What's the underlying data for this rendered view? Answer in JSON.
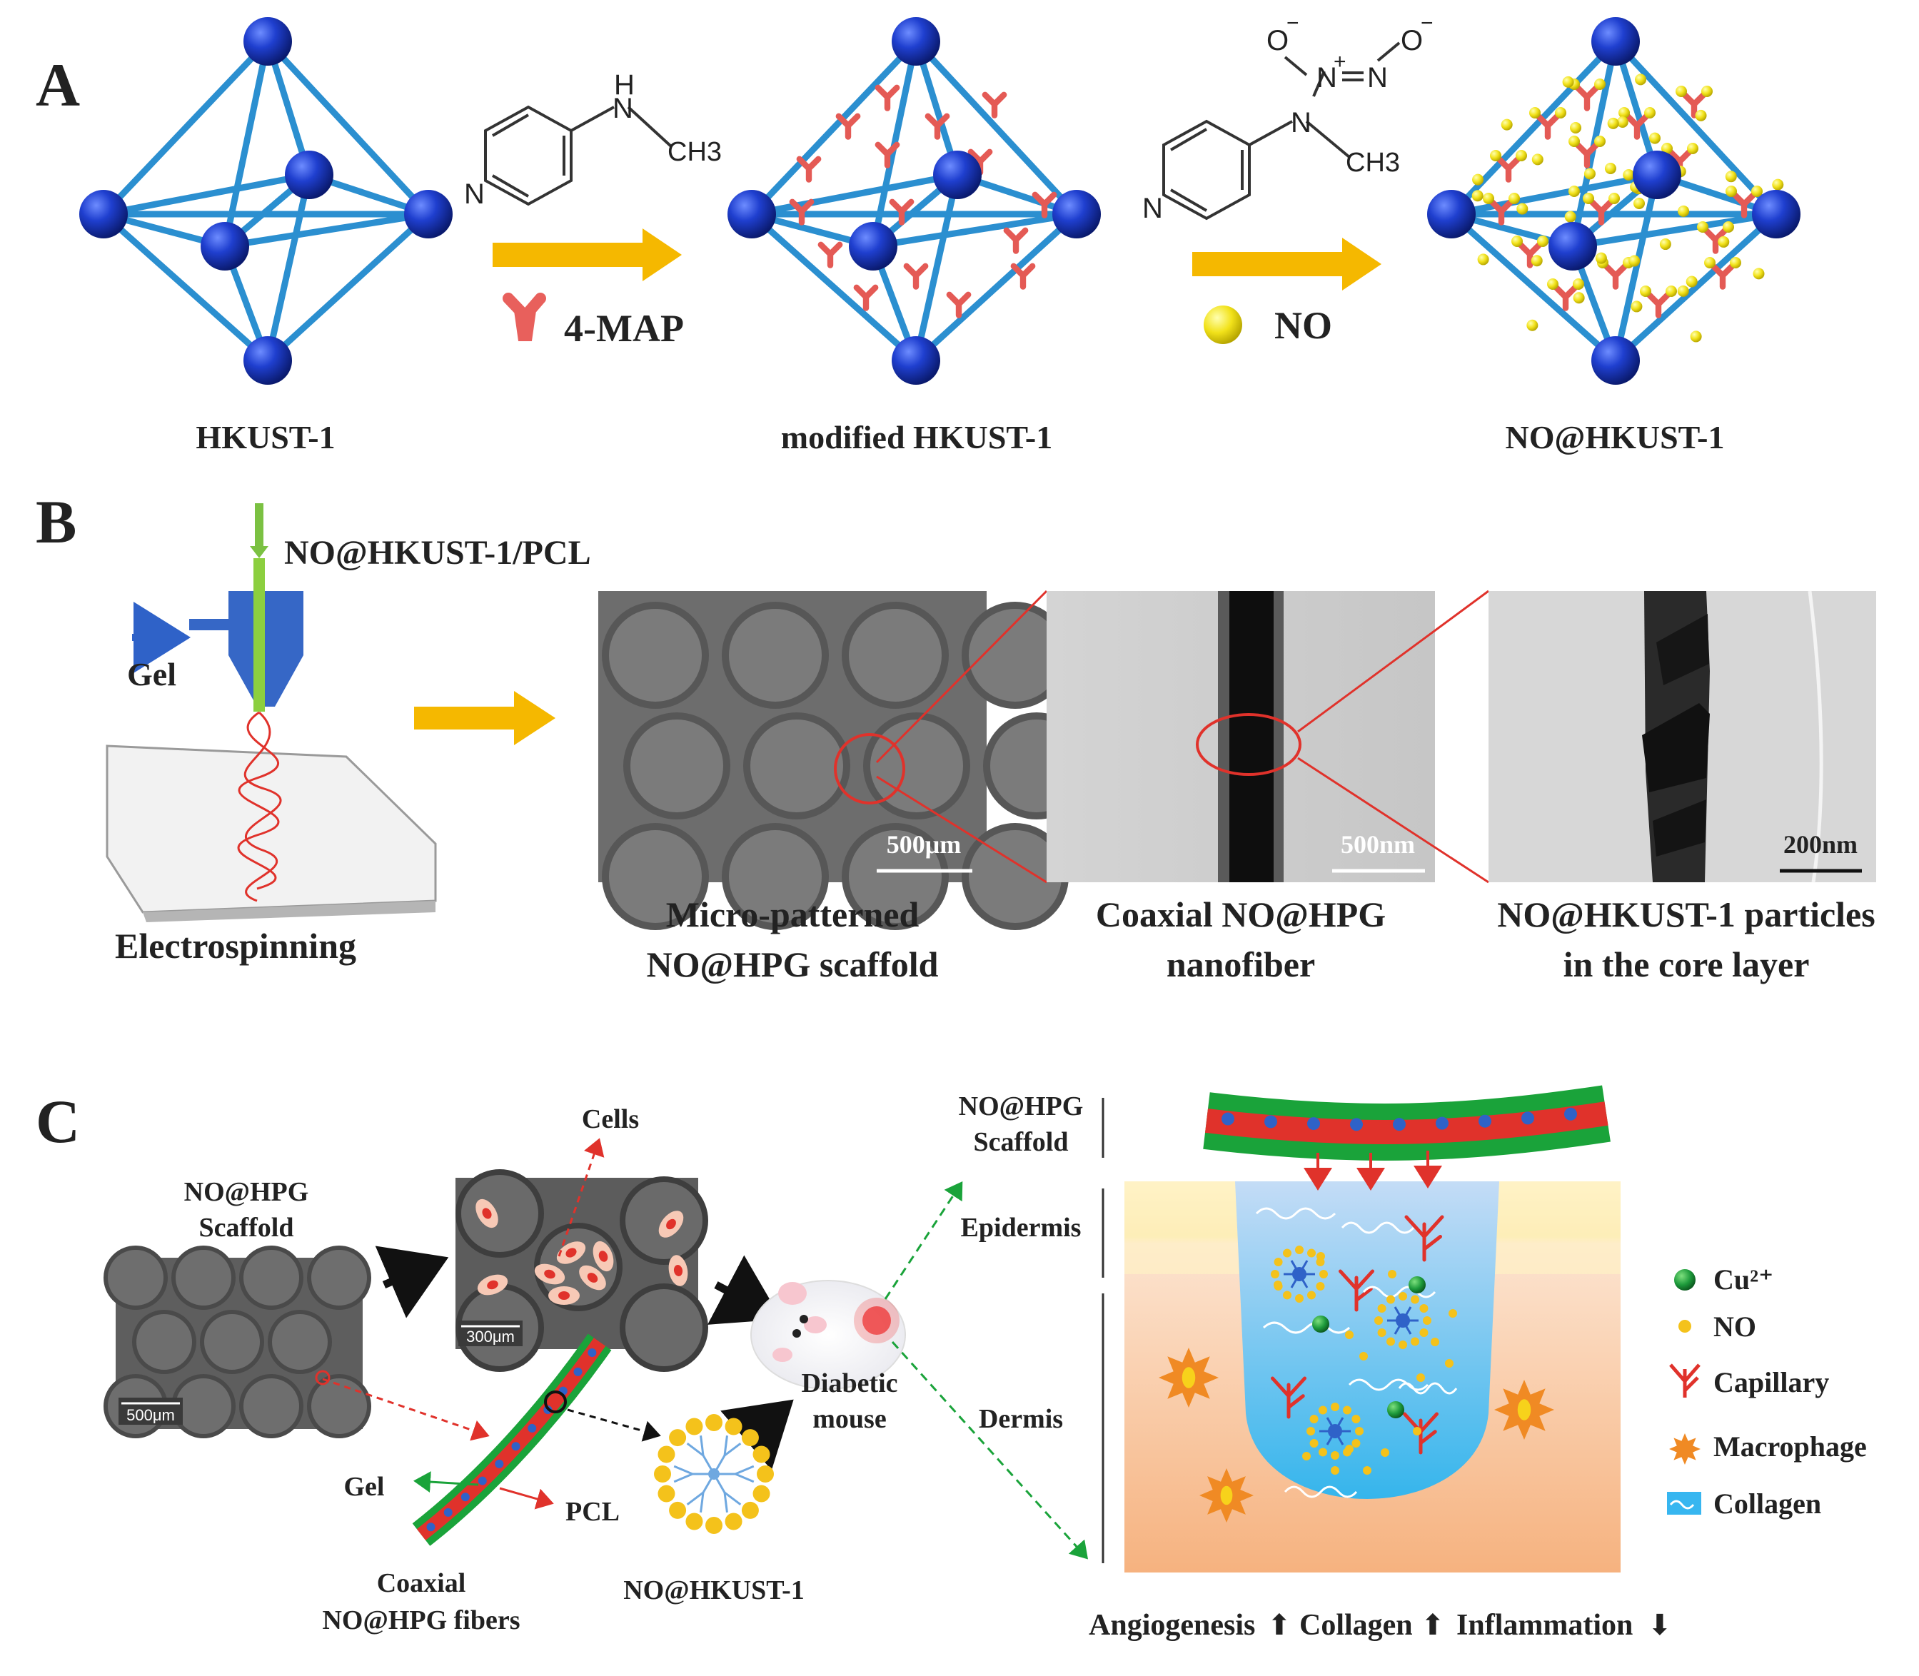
{
  "panelA": {
    "label": "A",
    "stage1": "HKUST-1",
    "stage2": "modified HKUST-1",
    "stage3": "NO@HKUST-1",
    "molecule1": {
      "h": "H",
      "n1": "N",
      "n2": "N",
      "ch3": "CH3"
    },
    "molecule2": {
      "o1": "O",
      "o2": "O",
      "nplus": "N",
      "n_eq": "N",
      "n_ring": "N",
      "n_amine": "N",
      "ch3": "CH3",
      "minus": "−",
      "plus": "+"
    },
    "reagent1": "4-MAP",
    "reagent2": "NO"
  },
  "panelB": {
    "label": "B",
    "feed_label": "NO@HKUST-1/PCL",
    "gel_label": "Gel",
    "process_label": "Electrospinning",
    "images": [
      {
        "scale": "500μm",
        "caption_line1": "Micro-patterned",
        "caption_line2": "NO@HPG scaffold"
      },
      {
        "scale": "500nm",
        "caption_line1": "Coaxial NO@HPG",
        "caption_line2": "nanofiber"
      },
      {
        "scale": "200nm",
        "caption_line1": "NO@HKUST-1 particles",
        "caption_line2": "in the core layer"
      }
    ]
  },
  "panelC": {
    "label": "C",
    "scaffold_line1": "NO@HPG",
    "scaffold_line2": "Scaffold",
    "scale_left": "500μm",
    "scale_mid": "300μm",
    "cells": "Cells",
    "mouse_line1": "Diabetic",
    "mouse_line2": "mouse",
    "gel": "Gel",
    "pcl": "PCL",
    "fiber_line1": "Coaxial",
    "fiber_line2": "NO@HPG fibers",
    "mof": "NO@HKUST-1",
    "layer_scaffold_line1": "NO@HPG",
    "layer_scaffold_line2": "Scaffold",
    "epidermis": "Epidermis",
    "dermis": "Dermis",
    "legend": [
      {
        "label": "Cu²⁺",
        "icon": "green-dot"
      },
      {
        "label": "NO",
        "icon": "yellow-dot"
      },
      {
        "label": "Capillary",
        "icon": "red-capillary"
      },
      {
        "label": "Macrophage",
        "icon": "orange-macrophage"
      },
      {
        "label": "Collagen",
        "icon": "blue-collagen"
      }
    ],
    "outcome1": "Angiogenesis",
    "outcome2": "Collagen",
    "outcome3": "Inflammation",
    "up": "⬆",
    "down": "⬇"
  }
}
